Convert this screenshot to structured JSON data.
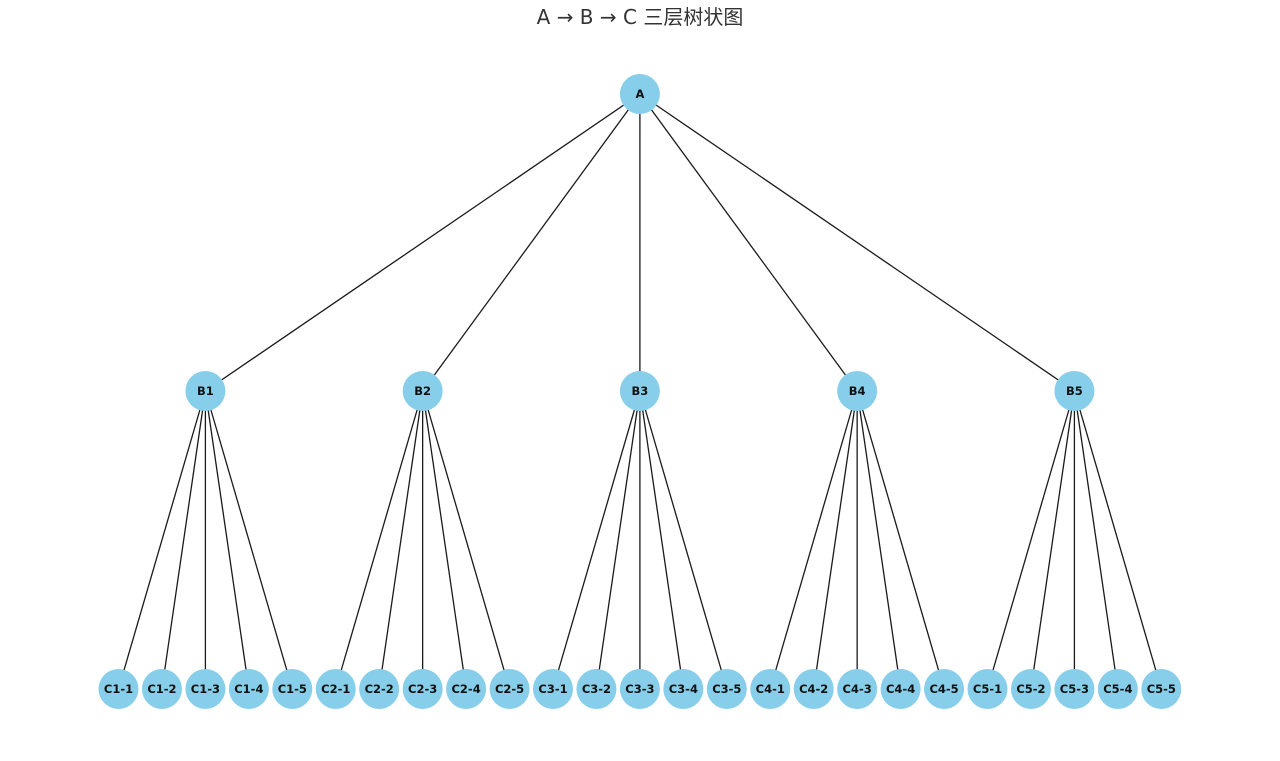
{
  "title": "A → B → C 三层树状图",
  "colors": {
    "node_fill": "#87ceeb",
    "edge": "#1a1a1a",
    "label": "#111111",
    "title": "#333333"
  },
  "tree": {
    "root": "A",
    "branches": [
      {
        "label": "B1",
        "children": [
          "C1-1",
          "C1-2",
          "C1-3",
          "C1-4",
          "C1-5"
        ]
      },
      {
        "label": "B2",
        "children": [
          "C2-1",
          "C2-2",
          "C2-3",
          "C2-4",
          "C2-5"
        ]
      },
      {
        "label": "B3",
        "children": [
          "C3-1",
          "C3-2",
          "C3-3",
          "C3-4",
          "C3-5"
        ]
      },
      {
        "label": "B4",
        "children": [
          "C4-1",
          "C4-2",
          "C4-3",
          "C4-4",
          "C4-5"
        ]
      },
      {
        "label": "B5",
        "children": [
          "C5-1",
          "C5-2",
          "C5-3",
          "C5-4",
          "C5-5"
        ]
      }
    ]
  }
}
